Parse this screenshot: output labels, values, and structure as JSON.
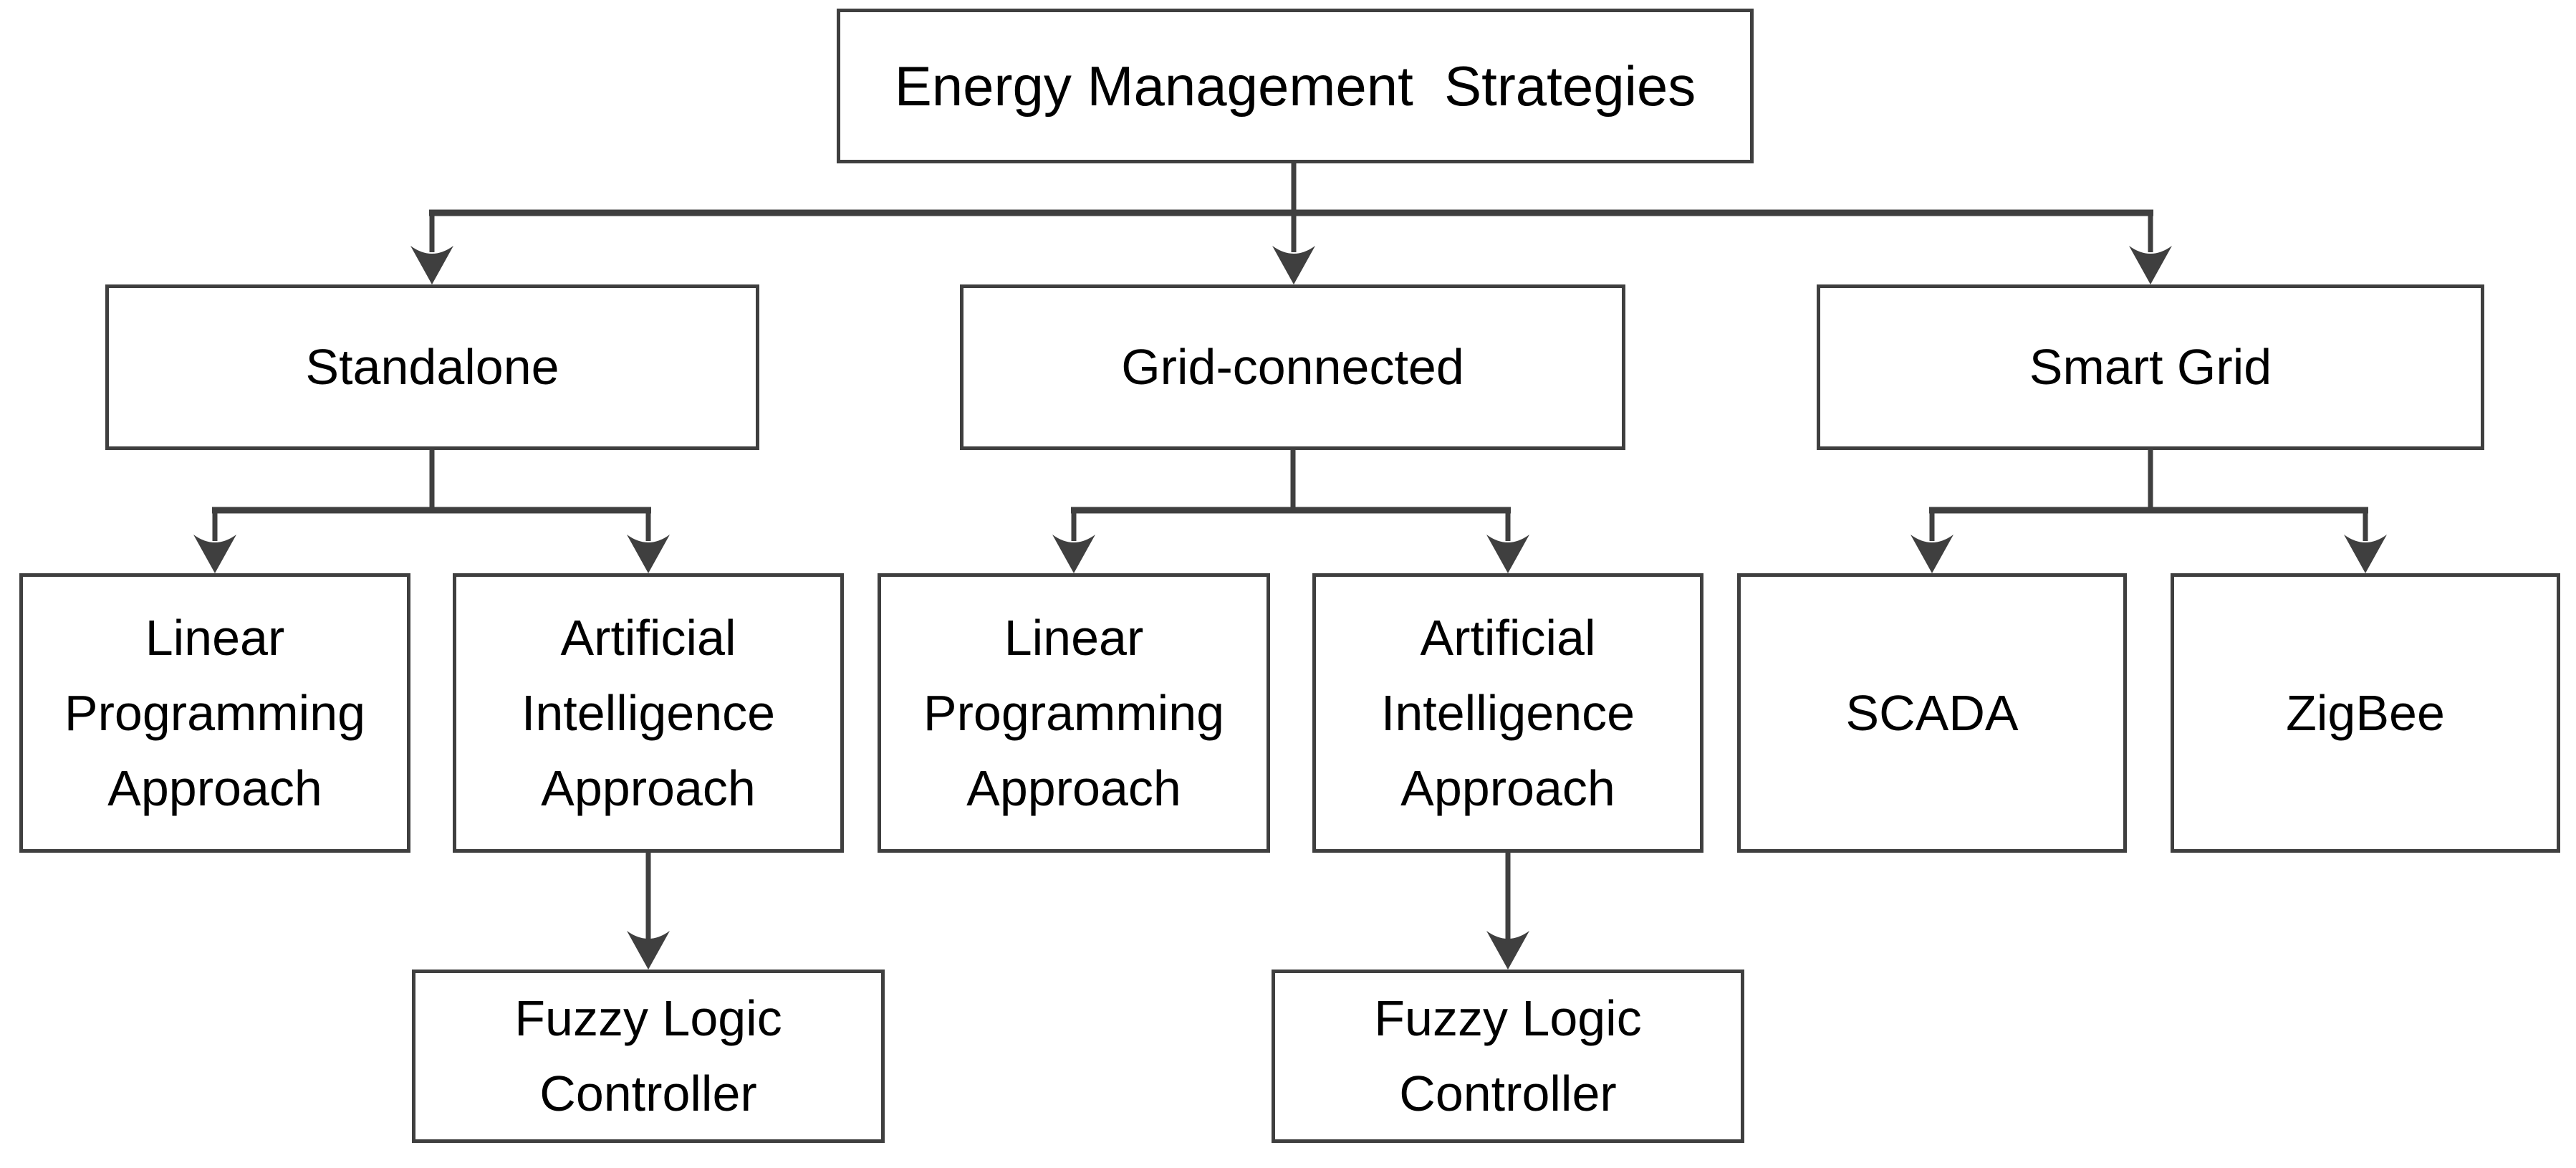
{
  "diagram_type": "flowchart",
  "colors": {
    "background": "#ffffff",
    "line": "#3f3f3f",
    "box_border": "#3f3f3f",
    "box_fill": "#ffffff",
    "text": "#000000"
  },
  "nodes": {
    "root": {
      "label": "Energy Management  Strategies"
    },
    "standalone": {
      "label": "Standalone"
    },
    "grid_connected": {
      "label": "Grid-connected"
    },
    "smart_grid": {
      "label": "Smart Grid"
    },
    "standalone_linear": {
      "label": "Linear Programming Approach"
    },
    "standalone_ai": {
      "label": "Artificial Intelligence Approach"
    },
    "grid_linear": {
      "label": "Linear Programming Approach"
    },
    "grid_ai": {
      "label": "Artificial Intelligence Approach"
    },
    "smart_scada": {
      "label": "SCADA"
    },
    "smart_zigbee": {
      "label": "ZigBee"
    },
    "standalone_fuzzy": {
      "label": "Fuzzy Logic Controller"
    },
    "grid_fuzzy": {
      "label": "Fuzzy Logic Controller"
    }
  },
  "edges": [
    {
      "from": "root",
      "to": "standalone"
    },
    {
      "from": "root",
      "to": "grid_connected"
    },
    {
      "from": "root",
      "to": "smart_grid"
    },
    {
      "from": "standalone",
      "to": "standalone_linear"
    },
    {
      "from": "standalone",
      "to": "standalone_ai"
    },
    {
      "from": "grid_connected",
      "to": "grid_linear"
    },
    {
      "from": "grid_connected",
      "to": "grid_ai"
    },
    {
      "from": "smart_grid",
      "to": "smart_scada"
    },
    {
      "from": "smart_grid",
      "to": "smart_zigbee"
    },
    {
      "from": "standalone_ai",
      "to": "standalone_fuzzy"
    },
    {
      "from": "grid_ai",
      "to": "grid_fuzzy"
    }
  ]
}
